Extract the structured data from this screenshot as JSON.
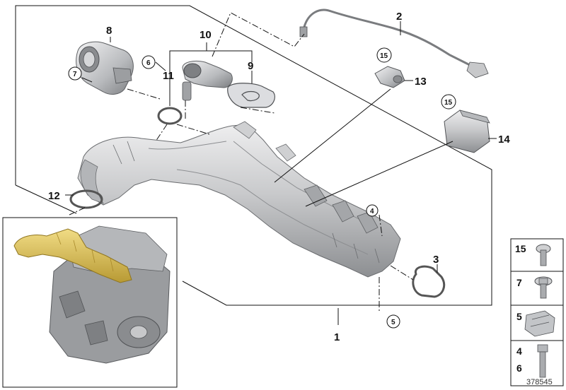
{
  "callouts": {
    "c1": "1",
    "c2": "2",
    "c3": "3",
    "c4": "4",
    "c5": "5",
    "c6": "6",
    "c7": "7",
    "c8": "8",
    "c9": "9",
    "c10": "10",
    "c11": "11",
    "c12": "12",
    "c13": "13",
    "c14": "14",
    "c15a": "15",
    "c15b": "15"
  },
  "side_panel": {
    "screw_15": "15",
    "bolt_7": "7",
    "clip_5": "5",
    "bolt_4": "4",
    "bolt_6": "6"
  },
  "reference_number": "378545",
  "colors": {
    "metal_light": "#d9dadc",
    "metal_mid": "#a9abae",
    "metal_dark": "#6f7174",
    "highlight": "#d9bf55",
    "line": "#111111"
  }
}
